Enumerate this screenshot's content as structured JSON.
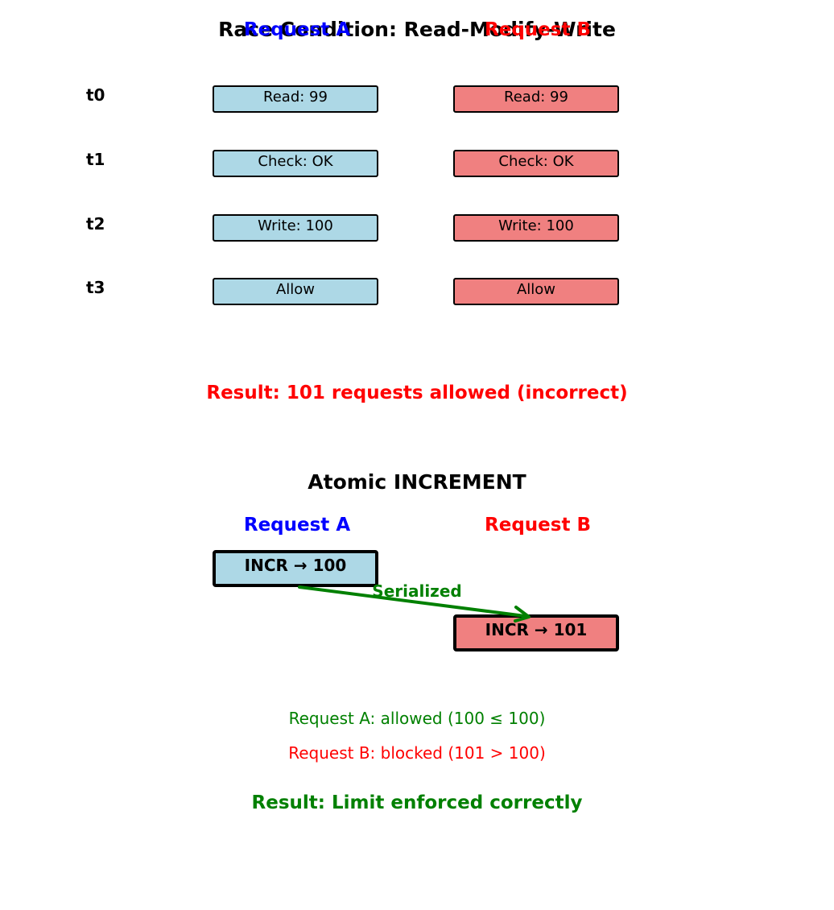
{
  "colors": {
    "request_a": "#0000ff",
    "request_b": "#ff0000",
    "box_a_fill": "#add8e6",
    "box_b_fill": "#f08080",
    "ok": "#008000"
  },
  "race": {
    "title": "Race Condition: Read-Modify-Write",
    "request_a_label": "Request A",
    "request_b_label": "Request B",
    "steps": [
      {
        "time": "t0",
        "a": "Read: 99",
        "b": "Read: 99"
      },
      {
        "time": "t1",
        "a": "Check: OK",
        "b": "Check: OK"
      },
      {
        "time": "t2",
        "a": "Write: 100",
        "b": "Write: 100"
      },
      {
        "time": "t3",
        "a": "Allow",
        "b": "Allow"
      }
    ],
    "result": "Result: 101 requests allowed (incorrect)"
  },
  "atomic": {
    "title": "Atomic INCREMENT",
    "request_a_label": "Request A",
    "request_b_label": "Request B",
    "box_a": "INCR → 100",
    "box_b": "INCR → 101",
    "arrow_label": "Serialized",
    "note_a": "Request A: allowed (100 ≤ 100)",
    "note_b": "Request B: blocked (101 > 100)",
    "result": "Result: Limit enforced correctly"
  }
}
